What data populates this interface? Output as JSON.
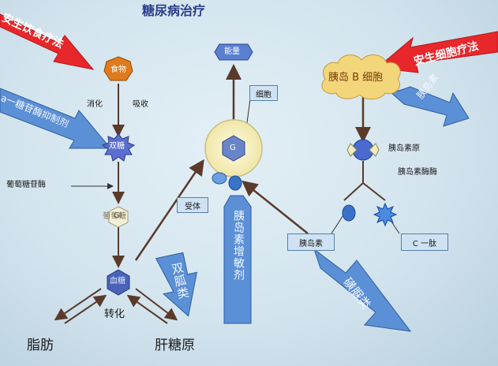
{
  "title": "糖尿病治疗",
  "therapies": {
    "diet": "安生饮食疗法",
    "cell": "安生细胞疗法"
  },
  "nodes": {
    "food": "食物",
    "digest": "消化",
    "absorb": "吸收",
    "disaccharide": "双糖",
    "glucosidase": "葡萄糖苷酶",
    "glucose": "葡萄糖",
    "glucose_inner": "Gl",
    "liver_sugar": "血糖",
    "transform": "转化",
    "fat": "脂肪",
    "glycogen": "肝糖原",
    "energy": "能量",
    "cell": "细胞",
    "cell_g": "G",
    "receptor": "受体",
    "beta_cell": "胰岛 B 细胞",
    "proinsulin": "胰岛素原",
    "protease": "胰岛素酶酶",
    "insulin": "胰岛素",
    "c_peptide": "C 一肽"
  },
  "drugs": {
    "alpha_inhibitor": "a一糖苷酶抑制剂",
    "biguanide": "双胍类",
    "sensitizer": "胰岛素增敏剂",
    "sulfonylurea": "磺脲类",
    "insulin_drug": "胰岛素"
  },
  "colors": {
    "red_arrow": "#e8272b",
    "blue_arrow": "#5b8fd6",
    "food_orange": "#e07a1a",
    "cloud": "#f3d57a"
  }
}
